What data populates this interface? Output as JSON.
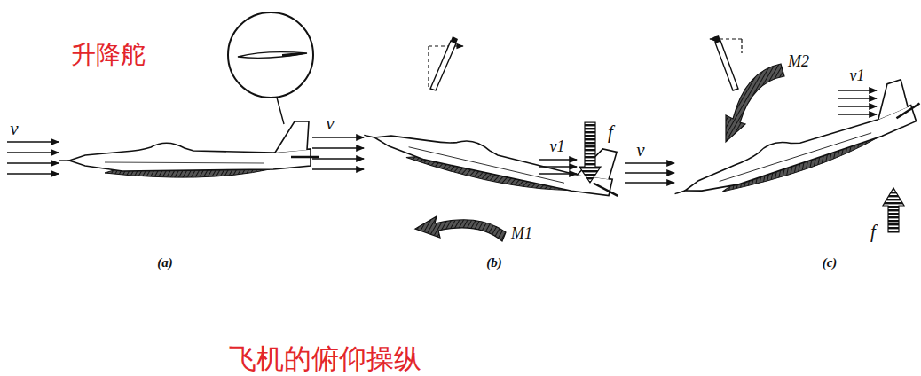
{
  "diagram": {
    "caption": "飞机的俯仰操纵",
    "labels": [
      "升降舵",
      "v",
      "(a)",
      "v",
      "v1",
      "f",
      "M1",
      "(b)",
      "v",
      "M2",
      "v1",
      "f",
      "(c)"
    ]
  }
}
